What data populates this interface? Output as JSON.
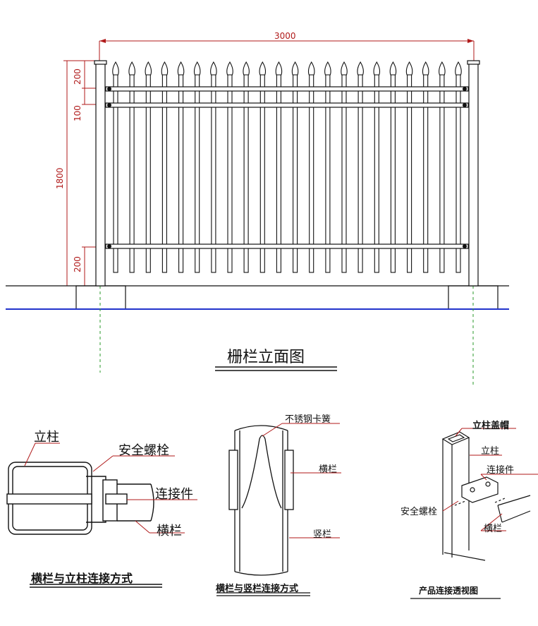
{
  "elevation": {
    "title": "栅栏立面图",
    "dim_width": "3000",
    "dim_height": "1800",
    "dim_top": "200",
    "dim_rail_gap": "100",
    "dim_bottom": "200"
  },
  "detail_post_rail": {
    "caption": "横栏与立柱连接方式",
    "labels": {
      "post": "立柱",
      "bolt": "安全螺栓",
      "connector": "连接件",
      "rail": "横栏"
    }
  },
  "detail_rail_picket": {
    "caption": "横栏与竖栏连接方式",
    "labels": {
      "spring": "不锈钢卡簧",
      "rail": "横栏",
      "picket": "竖栏"
    }
  },
  "detail_perspective": {
    "caption": "产品连接透视图",
    "labels": {
      "cap": "立柱盖帽",
      "post": "立柱",
      "connector": "连接件",
      "bolt": "安全螺栓",
      "rail": "横栏"
    }
  },
  "colors": {
    "line": "#111111",
    "dimension": "#b01a1a",
    "ground": "#2233cc",
    "centerline": "#2a9a2a"
  }
}
